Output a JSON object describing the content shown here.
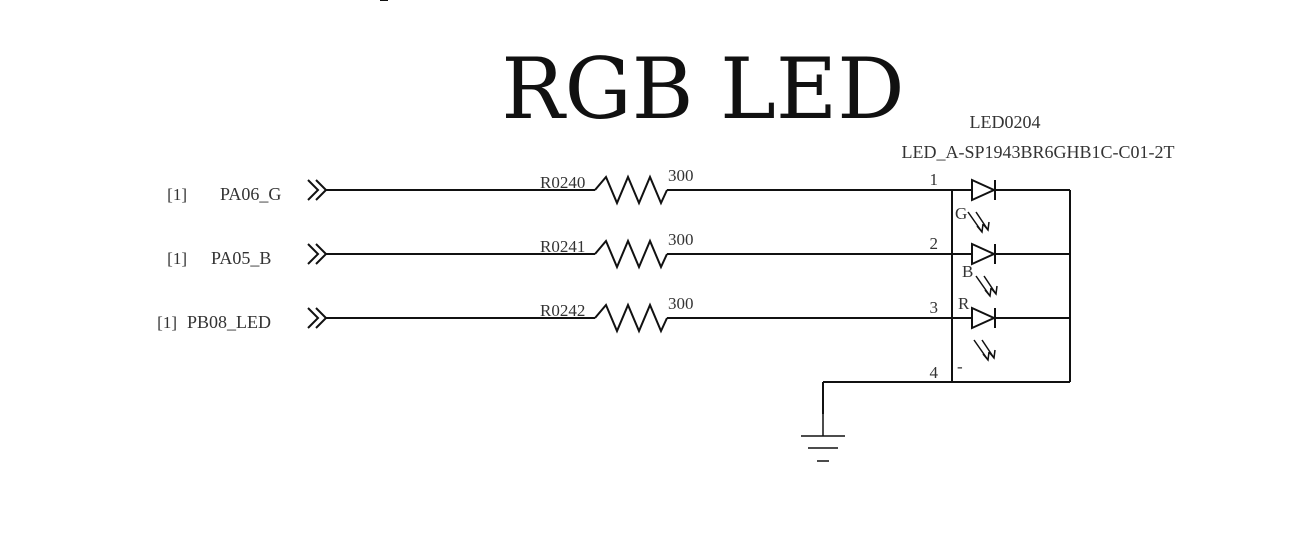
{
  "diagram": {
    "title": "RGB LED",
    "led": {
      "designator": "LED0204",
      "part_number": "LED_A-SP1943BR6GHB1C-C01-2T",
      "pins": [
        "1",
        "2",
        "3",
        "4"
      ],
      "channel_labels": [
        "G",
        "B",
        "R"
      ],
      "common_label": "-"
    },
    "nets": [
      {
        "sheet_ref": "[1]",
        "net": "PA06_G",
        "resistor": "R0240",
        "value": "300"
      },
      {
        "sheet_ref": "[1]",
        "net": "PA05_B",
        "resistor": "R0241",
        "value": "300"
      },
      {
        "sheet_ref": "[1]",
        "net": "PB08_LED",
        "resistor": "R0242",
        "value": "300"
      }
    ]
  }
}
